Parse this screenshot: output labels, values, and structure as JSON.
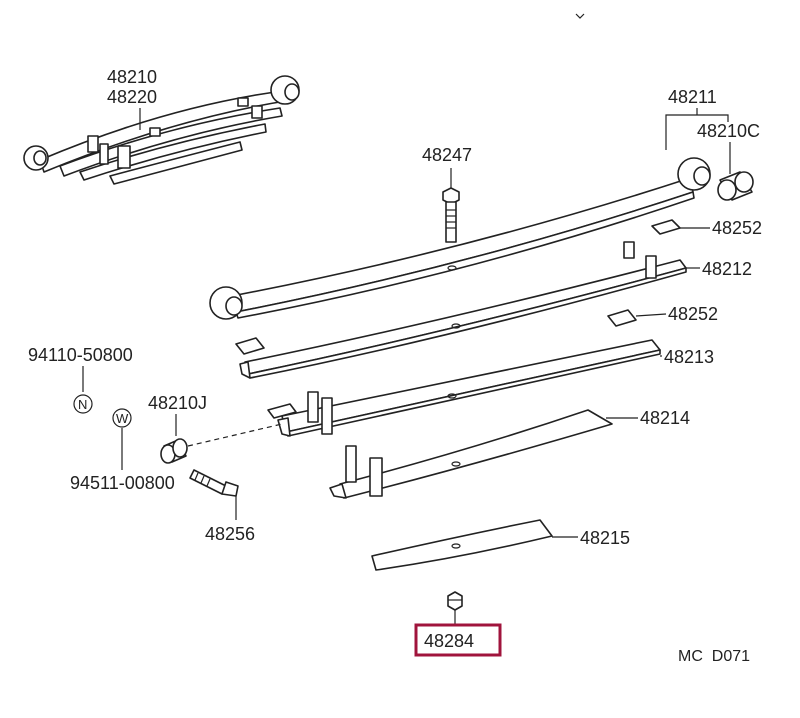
{
  "parts": {
    "p48210_48220_a": "48210",
    "p48210_48220_b": "48220",
    "p48211": "48211",
    "p48210C": "48210C",
    "p48247": "48247",
    "p48252_a": "48252",
    "p48212": "48212",
    "p48252_b": "48252",
    "p48213": "48213",
    "p94110": "94110-50800",
    "p48210J": "48210J",
    "p48214": "48214",
    "p94511": "94511-00800",
    "p48256": "48256",
    "p48215": "48215",
    "p48284": "48284"
  },
  "symbols": {
    "nut_symbol": "N",
    "washer_symbol": "W"
  },
  "footer": {
    "diagram_code": "MC  D071"
  },
  "colors": {
    "highlight": "#a0143c",
    "ink": "#222222"
  },
  "highlighted_part": "48284"
}
